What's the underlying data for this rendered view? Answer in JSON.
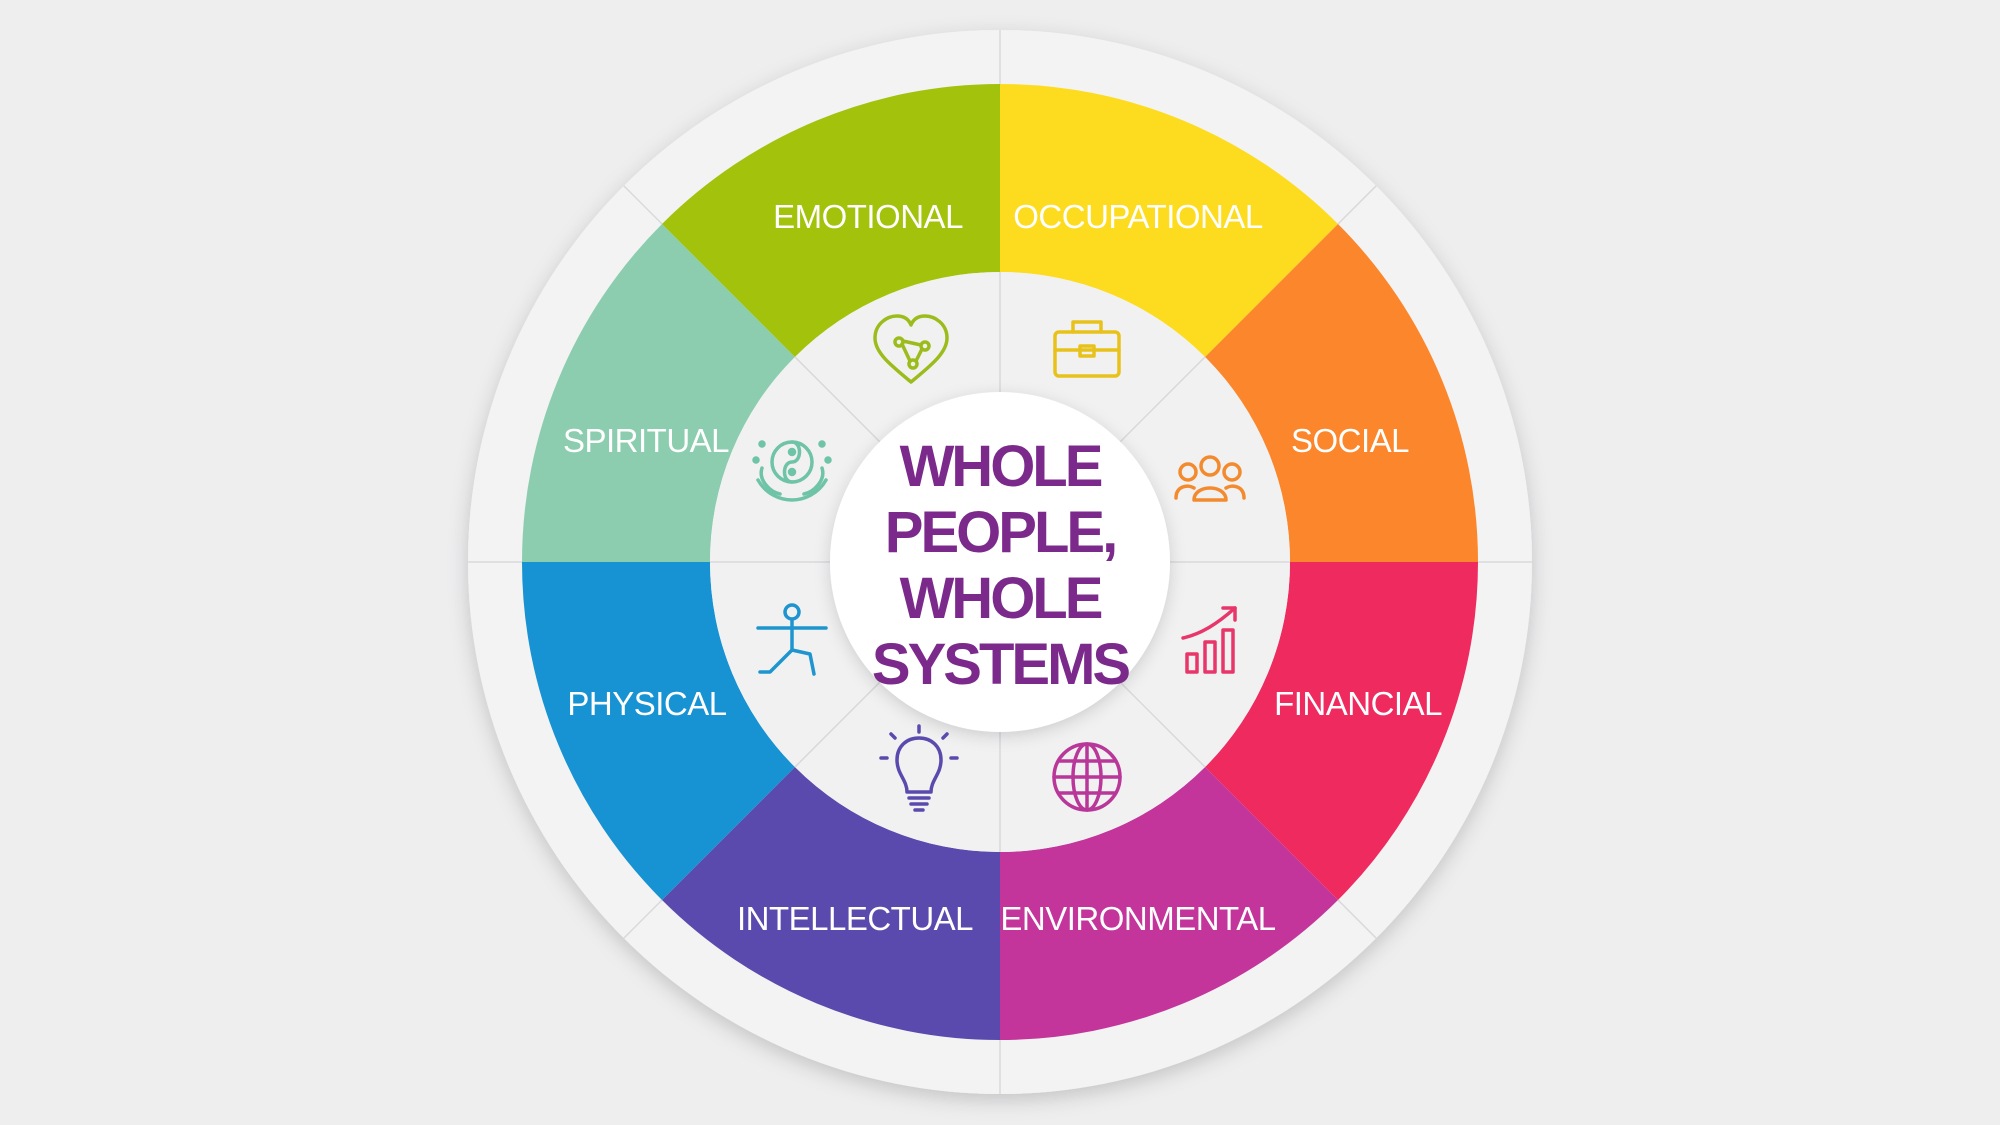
{
  "title_lines": [
    "WHOLE",
    "PEOPLE,",
    "WHOLE",
    "SYSTEMS"
  ],
  "colors": {
    "background": "#eeeeef",
    "outer_ring": "#f3f3f4",
    "inner_ring": "#f1f1f2",
    "center": "#ffffff",
    "title": "#7b2a8c",
    "divider": "#d9d9dc"
  },
  "segments": [
    {
      "label": "OCCUPATIONAL",
      "color": "#fddc1f",
      "icon": "briefcase-icon",
      "icon_color": "#e8c21a"
    },
    {
      "label": "SOCIAL",
      "color": "#fb862b",
      "icon": "people-group-icon",
      "icon_color": "#f38a2e"
    },
    {
      "label": "FINANCIAL",
      "color": "#ee2a5f",
      "icon": "growth-chart-icon",
      "icon_color": "#e8366a"
    },
    {
      "label": "ENVIRONMENTAL",
      "color": "#c3359b",
      "icon": "globe-icon",
      "icon_color": "#b83799"
    },
    {
      "label": "INTELLECTUAL",
      "color": "#5b4aad",
      "icon": "lightbulb-icon",
      "icon_color": "#5b4aad"
    },
    {
      "label": "PHYSICAL",
      "color": "#1792d2",
      "icon": "yoga-pose-icon",
      "icon_color": "#1e95cf"
    },
    {
      "label": "SPIRITUAL",
      "color": "#8ccdb0",
      "icon": "yin-yang-lotus-icon",
      "icon_color": "#6fc3a7"
    },
    {
      "label": "EMOTIONAL",
      "color": "#a2c20c",
      "icon": "heart-network-icon",
      "icon_color": "#9cbc1c"
    }
  ]
}
